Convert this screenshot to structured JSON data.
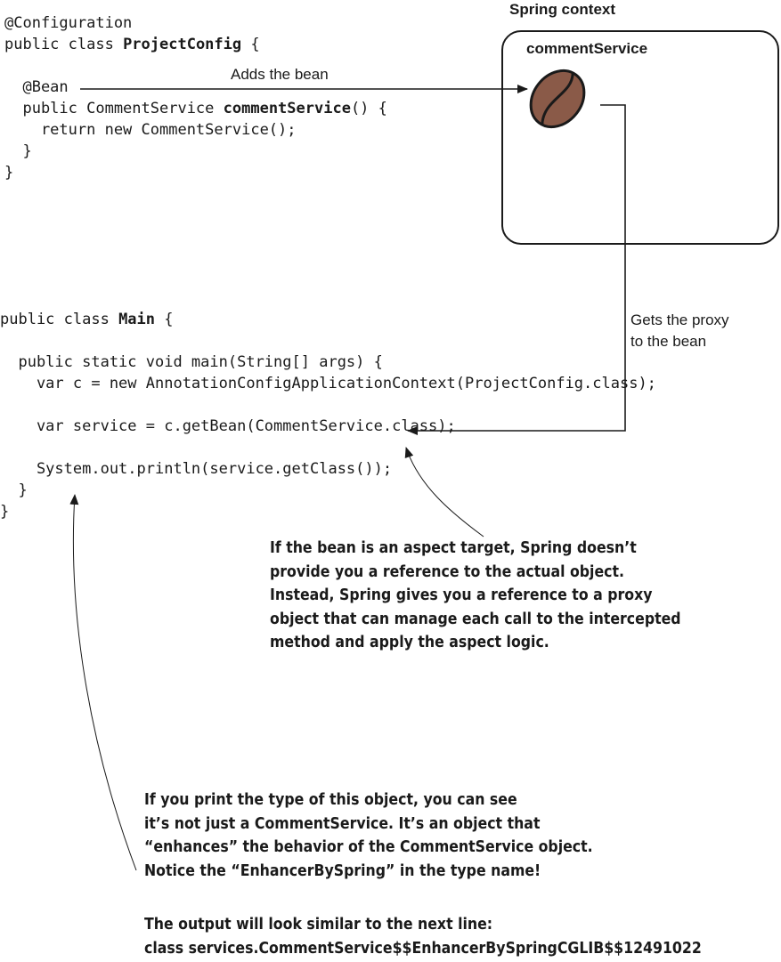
{
  "config_code": {
    "lines": [
      [
        {
          "t": "@Configuration",
          "b": false
        }
      ],
      [
        {
          "t": "public class ",
          "b": false
        },
        {
          "t": "ProjectConfig",
          "b": true
        },
        {
          "t": " {",
          "b": false
        }
      ],
      [],
      [
        {
          "t": "  @Bean",
          "b": false
        }
      ],
      [
        {
          "t": "  public CommentService ",
          "b": false
        },
        {
          "t": "commentService",
          "b": true
        },
        {
          "t": "() {",
          "b": false
        }
      ],
      [
        {
          "t": "    return new CommentService();",
          "b": false
        }
      ],
      [
        {
          "t": "  }",
          "b": false
        }
      ],
      [
        {
          "t": "}",
          "b": false
        }
      ]
    ]
  },
  "main_code": {
    "lines": [
      [
        {
          "t": "public class ",
          "b": false
        },
        {
          "t": "Main",
          "b": true
        },
        {
          "t": " {",
          "b": false
        }
      ],
      [],
      [
        {
          "t": "  public static void main(String[] args) {",
          "b": false
        }
      ],
      [
        {
          "t": "    var c = new AnnotationConfigApplicationContext(ProjectConfig.class);",
          "b": false
        }
      ],
      [],
      [
        {
          "t": "    var service = c.getBean(CommentService.class);",
          "b": false
        }
      ],
      [],
      [
        {
          "t": "    System.out.println(service.getClass());",
          "b": false
        }
      ],
      [
        {
          "t": "  }",
          "b": false
        }
      ],
      [
        {
          "t": "}",
          "b": false
        }
      ]
    ]
  },
  "context": {
    "title": "Spring context",
    "bean_name": "commentService",
    "bean_icon": "coffee-bean-icon",
    "bean_color": "#8a5a48"
  },
  "arrows": {
    "adds_label": "Adds the bean",
    "proxy_label": "Gets the proxy\nto the bean"
  },
  "notes": {
    "proxy_note": "If the bean is an aspect target, Spring doesn’t\nprovide you a reference to the actual object.\nInstead, Spring gives you a reference to a proxy\nobject that can manage each call to the intercepted\nmethod and apply the aspect logic.",
    "type_note": "If you print the type of this object, you can see\nit’s not just a CommentService. It’s an object that\n“enhances” the behavior of the CommentService object.\nNotice the “EnhancerBySpring” in the type name!",
    "output_note": "The output will look similar to the next line:\nclass services.CommentService$$EnhancerBySpringCGLIB$$12491022"
  }
}
